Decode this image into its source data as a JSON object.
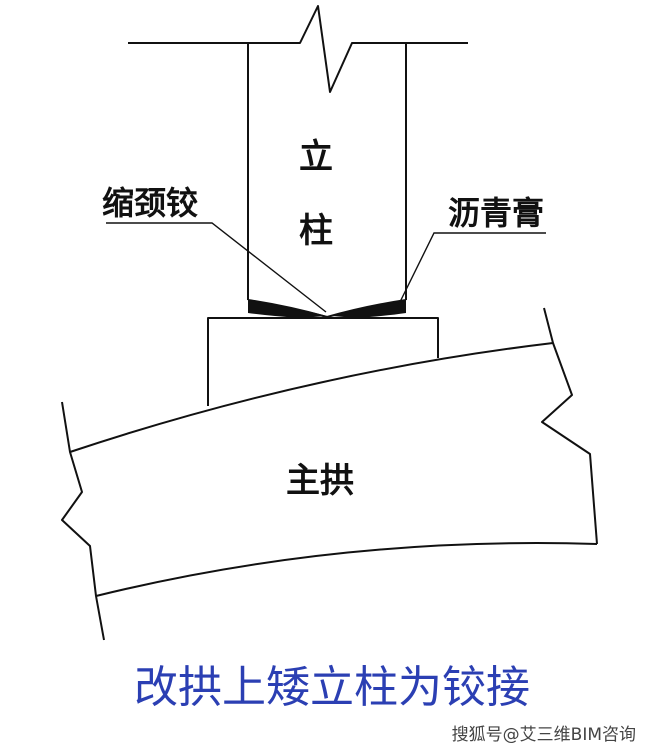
{
  "labels": {
    "column_char1": "立",
    "column_char2": "柱",
    "necked_hinge": "缩颈铰",
    "asphalt_paste": "沥青膏",
    "main_arch": "主拱"
  },
  "caption": "改拱上矮立柱为铰接",
  "watermark": "搜狐号@艾三维BIM咨询",
  "colors": {
    "line": "#111111",
    "caption": "#2b3fb3",
    "asphalt": "#111111"
  }
}
